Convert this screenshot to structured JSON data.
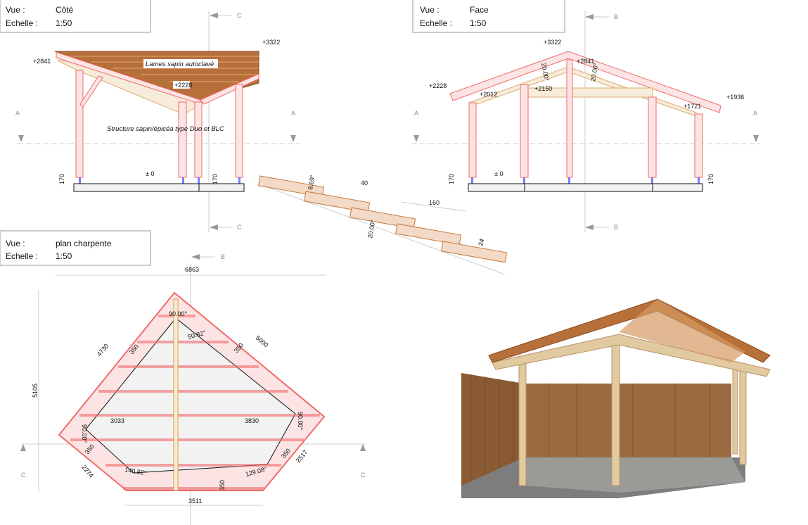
{
  "views": [
    {
      "vue_label": "Vue :",
      "vue_value": "Côté",
      "scale_label": "Echelle :",
      "scale_value": "1:50"
    },
    {
      "vue_label": "Vue :",
      "vue_value": "Face",
      "scale_label": "Echelle :",
      "scale_value": "1:50"
    },
    {
      "vue_label": "Vue :",
      "vue_value": "plan charpente",
      "scale_label": "Echelle :",
      "scale_value": "1:50"
    }
  ],
  "side_view": {
    "levels": [
      "+2841",
      "+3322",
      "+2228",
      "± 0"
    ],
    "heights": [
      "170",
      "170"
    ],
    "notes": [
      "Lames sapin autoclavé",
      "Structure sapin/épicéa type Duo et BLC"
    ],
    "sections": [
      "C",
      "C",
      "A",
      "A"
    ]
  },
  "face_view": {
    "levels": [
      "+3322",
      "+2841",
      "+2228",
      "+2012",
      "+2150",
      "+1936",
      "+1721",
      "± 0"
    ],
    "angles": [
      "20.00°",
      "20.00°"
    ],
    "heights": [
      "170",
      "170"
    ],
    "sections": [
      "B",
      "B",
      "A",
      "A"
    ]
  },
  "detail": {
    "dims": [
      "8.69°",
      "40",
      "160",
      "20.00°",
      "24"
    ]
  },
  "plan": {
    "dims": [
      "6863",
      "5105",
      "4730",
      "5000",
      "3033",
      "3830",
      "2274",
      "2517",
      "3511",
      "350",
      "350",
      "350",
      "350",
      "350"
    ],
    "angles": [
      "90.00°",
      "50.92°",
      "90.00°",
      "90.00°",
      "140.92°",
      "129.08°"
    ],
    "sections": [
      "B",
      "C",
      "C"
    ]
  },
  "colors": {
    "timber_outline": "#f06b6b",
    "roof": "#b8703a",
    "fence": "#8a5a32"
  }
}
